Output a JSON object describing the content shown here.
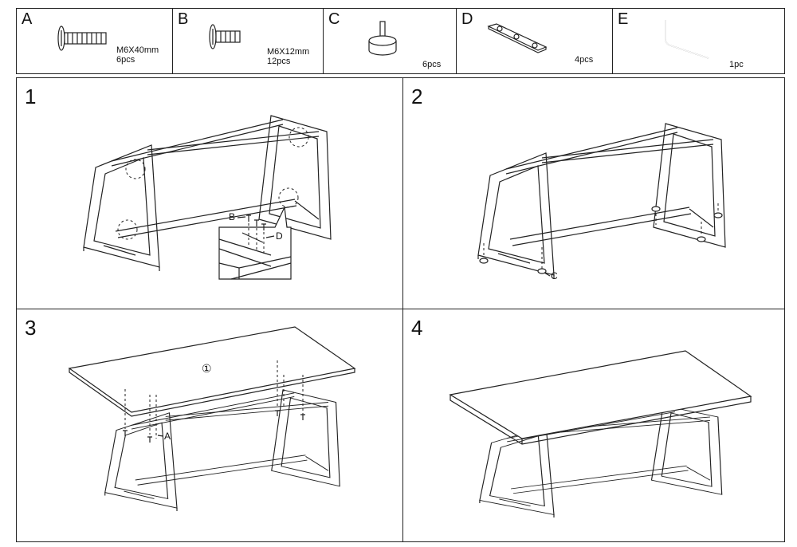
{
  "parts": [
    {
      "letter": "A",
      "spec": "M6X40mm",
      "qty": "6pcs",
      "icon": "long-screw-icon"
    },
    {
      "letter": "B",
      "spec": "M6X12mm",
      "qty": "12pcs",
      "icon": "short-screw-icon"
    },
    {
      "letter": "C",
      "spec": "",
      "qty": "6pcs",
      "icon": "leveling-foot-icon"
    },
    {
      "letter": "D",
      "spec": "",
      "qty": "4pcs",
      "icon": "connecting-plate-icon"
    },
    {
      "letter": "E",
      "spec": "",
      "qty": "1pc",
      "icon": "allen-key-icon"
    }
  ],
  "steps": [
    {
      "number": "1",
      "callouts": [
        "B",
        "D"
      ]
    },
    {
      "number": "2",
      "callouts": [
        "C"
      ]
    },
    {
      "number": "3",
      "callouts": [
        "A"
      ],
      "top_label": "①"
    },
    {
      "number": "4"
    }
  ]
}
